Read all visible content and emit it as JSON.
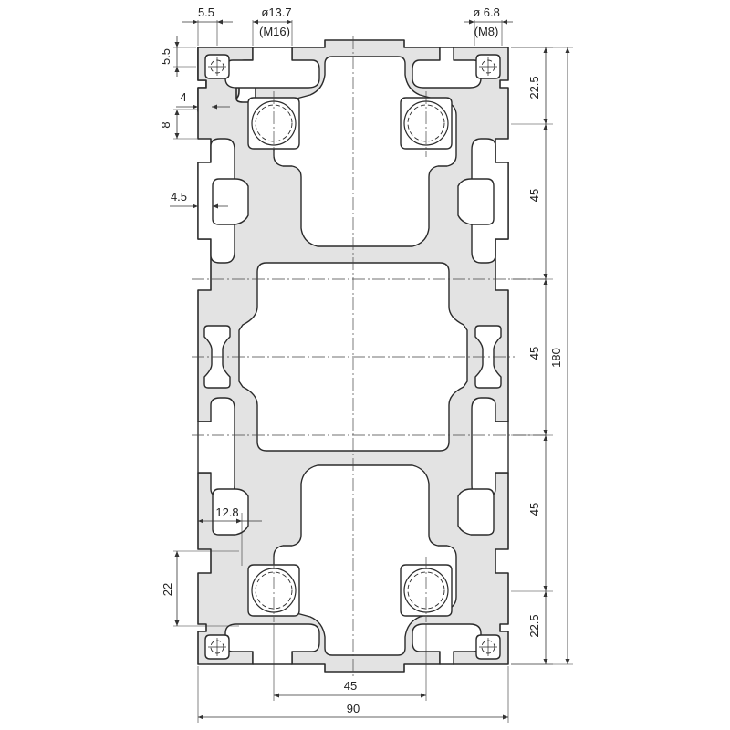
{
  "labels": {
    "width_small_top": "5.5",
    "bore_diameter": "ø13.7",
    "bore_thread": "(M16)",
    "corner_hole_diameter": "ø 6.8",
    "corner_thread": "(M8)",
    "height_small_left": "5.5",
    "slot_width": "4",
    "slot_depth": "8",
    "wall_thickness": "4.5",
    "bore_offset": "12.8",
    "bore_spacing_vertical": "22",
    "pitch_top": "22.5",
    "pitch_upper": "45",
    "pitch_middle": "45",
    "pitch_lower": "45",
    "pitch_bottom": "22.5",
    "overall_height": "180",
    "bore_spacing_horizontal": "45",
    "overall_width": "90"
  },
  "colors": {
    "profile_fill": "#e3e3e3",
    "outline": "#2b2b2b",
    "background": "#ffffff"
  }
}
